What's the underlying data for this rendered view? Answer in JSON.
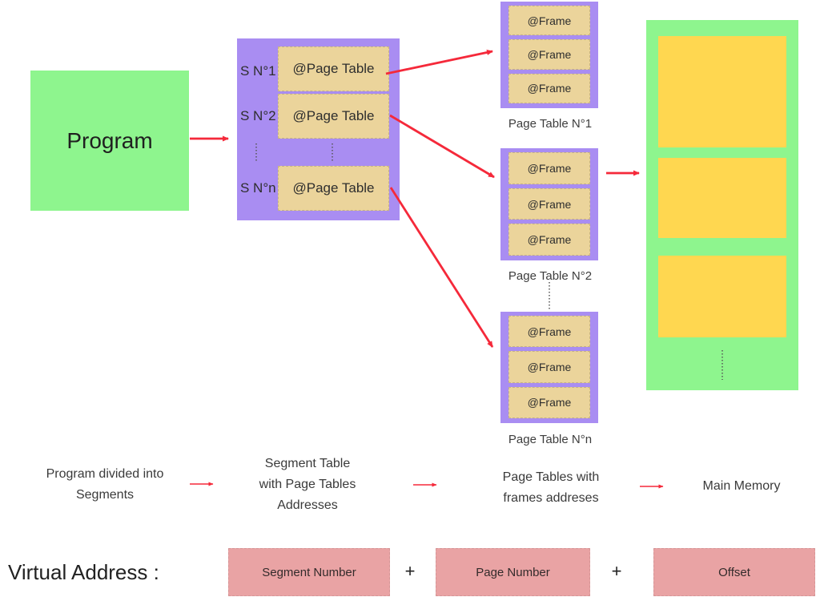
{
  "program": {
    "label": "Program"
  },
  "segment_table": {
    "rows": [
      {
        "label": "S N°1",
        "value": "@Page Table"
      },
      {
        "label": "S N°2",
        "value": "@Page Table"
      },
      {
        "label": "S N°n",
        "value": "@Page Table"
      }
    ]
  },
  "page_tables": [
    {
      "caption": "Page Table N°1",
      "frames": [
        "@Frame",
        "@Frame",
        "@Frame"
      ]
    },
    {
      "caption": "Page Table N°2",
      "frames": [
        "@Frame",
        "@Frame",
        "@Frame"
      ]
    },
    {
      "caption": "Page Table N°n",
      "frames": [
        "@Frame",
        "@Frame",
        "@Frame"
      ]
    }
  ],
  "legend": {
    "steps": [
      "Program divided into\nSegments",
      "Segment Table\nwith Page Tables\nAddresses",
      "Page Tables with\nframes addreses",
      "Main Memory"
    ]
  },
  "virtual_address": {
    "label": "Virtual Address :",
    "plus": "+",
    "components": [
      "Segment Number",
      "Page Number",
      "Offset"
    ]
  },
  "colors": {
    "green": "#8ef58e",
    "purple": "#a98df2",
    "tan": "#ebd49b",
    "yellow": "#ffd750",
    "pink": "#e9a3a4",
    "arrow_red": "#f5293a",
    "text": "#3a3a3a"
  }
}
